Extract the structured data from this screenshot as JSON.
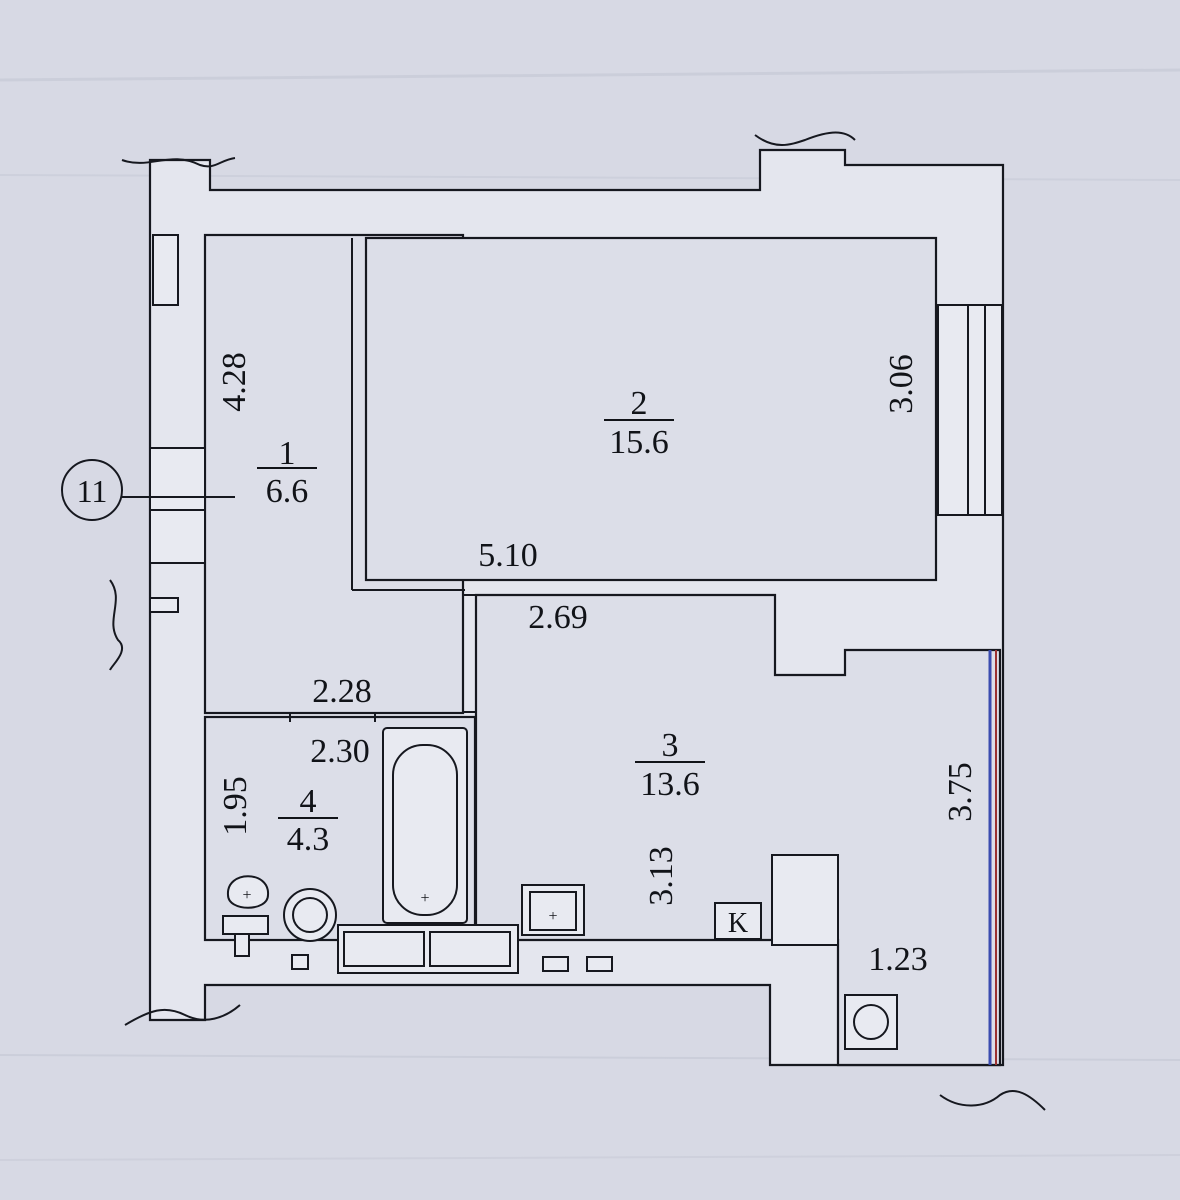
{
  "plan": {
    "apartment_marker": "11",
    "rooms": [
      {
        "number": "1",
        "area": "6.6"
      },
      {
        "number": "2",
        "area": "15.6"
      },
      {
        "number": "3",
        "area": "13.6"
      },
      {
        "number": "4",
        "area": "4.3"
      }
    ],
    "dimensions": {
      "room1_height": "4.28",
      "room1_width": "2.28",
      "room2_width": "5.10",
      "room2_height": "3.06",
      "room3_width": "2.69",
      "room3_height": "3.13",
      "room3_right_height": "3.75",
      "bath_width": "2.30",
      "bath_height": "1.95",
      "loggia_width": "1.23"
    },
    "kitchen_marker": "K"
  }
}
